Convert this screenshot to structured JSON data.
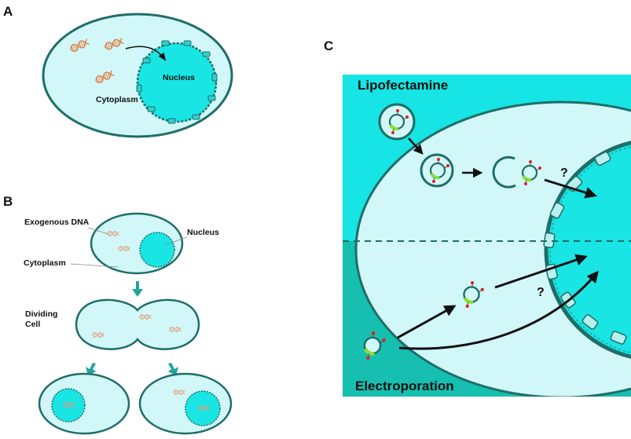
{
  "panel_a": {
    "letter": "A",
    "nucleus_label": "Nucleus",
    "cytoplasm_label": "Cytoplasm"
  },
  "panel_b": {
    "letter": "B",
    "exogenous_dna_label": "Exogenous DNA",
    "nucleus_label": "Nucleus",
    "cytoplasm_label": "Cytoplasm",
    "dividing_cell_label_line1": "Dividing",
    "dividing_cell_label_line2": "Cell"
  },
  "panel_c": {
    "letter": "C",
    "lipofectamine_label": "Lipofectamine",
    "electroporation_label": "Electroporation",
    "question_mark_top": "?",
    "question_mark_bottom": "?"
  },
  "colors": {
    "cell_fill": "#d2f7f8",
    "cell_outline": "#1f6e68",
    "nucleus_fill": "#18e5e4",
    "lipo_bg": "#17e4e4",
    "electro_bg": "#16bfb0",
    "dna": "#e07d3c",
    "green_insert": "#8bdd35",
    "red_tag": "#e12020"
  }
}
